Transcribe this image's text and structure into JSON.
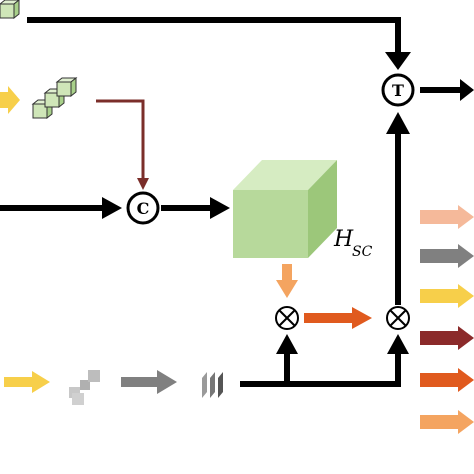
{
  "diagram": {
    "operators": {
      "concat_symbol": "C",
      "transform_symbol": "T",
      "multiply_symbol": "⊗"
    },
    "labels": {
      "hsc_main": "H",
      "hsc_sub": "SC"
    },
    "colors": {
      "arrow_black": "#000000",
      "arrow_brown": "#7b2e2a",
      "arrow_orange_light": "#f4a460",
      "arrow_orange_red": "#e05a1e",
      "arrow_yellow": "#f7cf4a",
      "arrow_gray": "#808080",
      "arrow_peach": "#f5b99a",
      "arrow_dark_red": "#8b2a2a",
      "cube_front": "#b7d99b",
      "cube_top": "#d6ecc2",
      "cube_side": "#9cc77a",
      "small_cube": "#cfe6b8",
      "gray_square": "#bdbdbd"
    },
    "legend_arrows": [
      {
        "color_key": "arrow_peach"
      },
      {
        "color_key": "arrow_gray"
      },
      {
        "color_key": "arrow_yellow"
      },
      {
        "color_key": "arrow_dark_red"
      },
      {
        "color_key": "arrow_orange_red"
      },
      {
        "color_key": "arrow_orange_light"
      }
    ]
  }
}
